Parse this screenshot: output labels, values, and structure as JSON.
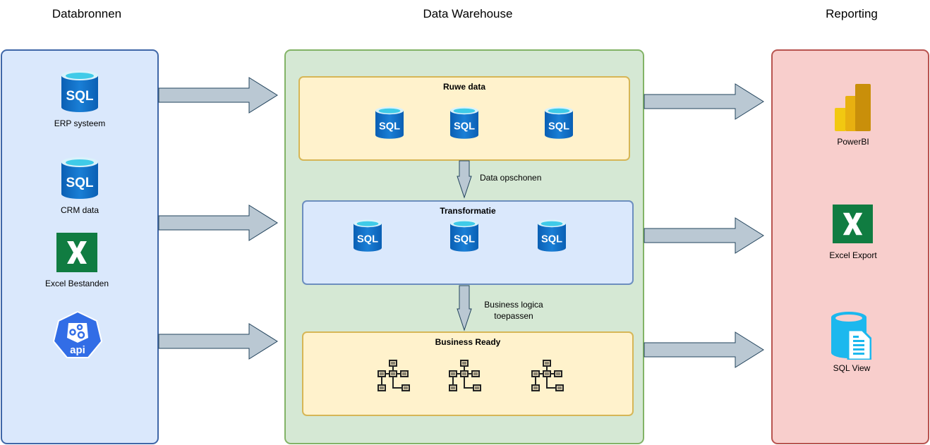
{
  "columns": {
    "sources": {
      "title": "Databronnen",
      "fill": "#dae8fc",
      "stroke": "#3f67a8"
    },
    "warehouse": {
      "title": "Data Warehouse",
      "fill": "#d5e8d4",
      "stroke": "#82b366"
    },
    "reporting": {
      "title": "Reporting",
      "fill": "#f8cecc",
      "stroke": "#b85450"
    }
  },
  "sources": [
    {
      "label": "ERP systeem",
      "icon": "sql-database-icon"
    },
    {
      "label": "CRM data",
      "icon": "sql-database-icon"
    },
    {
      "label": "Excel Bestanden",
      "icon": "excel-icon"
    },
    {
      "label": "",
      "icon": "api-icon"
    }
  ],
  "warehouse": {
    "layers": [
      {
        "title": "Ruwe data",
        "icon": "sql-database-icon",
        "fill": "#fff2cc",
        "stroke": "#d6b656"
      },
      {
        "title": "Transformatie",
        "icon": "sql-database-icon",
        "fill": "#dae8fc",
        "stroke": "#6c8ebf"
      },
      {
        "title": "Business Ready",
        "icon": "data-model-icon",
        "fill": "#fff2cc",
        "stroke": "#d6b656"
      }
    ],
    "steps": [
      {
        "line1": "Data opschonen",
        "line2": ""
      },
      {
        "line1": "Business logica",
        "line2": "toepassen"
      }
    ]
  },
  "api_icon_text": "api",
  "sql_icon_text": "SQL",
  "reporting": [
    {
      "label": "PowerBI",
      "icon": "powerbi-icon"
    },
    {
      "label": "Excel Export",
      "icon": "excel-icon"
    },
    {
      "label": "SQL View",
      "icon": "sql-view-icon"
    }
  ],
  "arrow_colors": {
    "fill": "#bac8d3",
    "stroke": "#23445d"
  }
}
